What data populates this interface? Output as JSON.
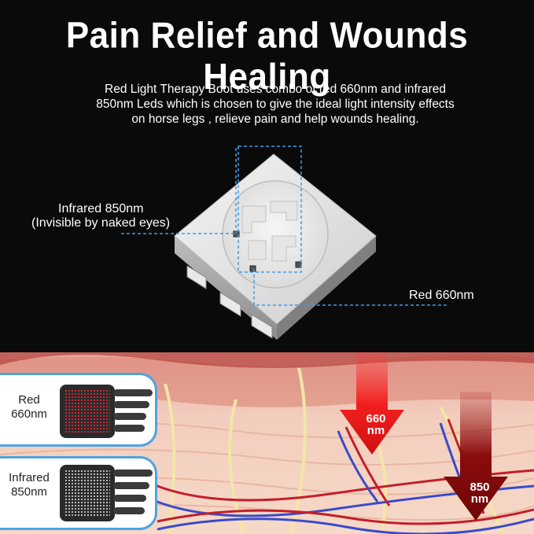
{
  "header": {
    "title": "Pain Relief and Wounds Healing",
    "description_lines": [
      "Red Light Therapy Boot uses combo of red 660nm and infrared",
      "850nm Leds which is chosen to give the ideal light intensity effects",
      "on horse legs , relieve pain and help wounds healing."
    ]
  },
  "chip": {
    "infrared_label_line1": "Infrared 850nm",
    "infrared_label_line2": "(Invisible by naked eyes)",
    "red_label": "Red 660nm"
  },
  "cards": {
    "red": {
      "line1": "Red",
      "line2": "660nm"
    },
    "infrared": {
      "line1": "Infrared",
      "line2": "850nm"
    }
  },
  "arrows": {
    "red": {
      "line1": "660",
      "line2": "nm"
    },
    "infrared": {
      "line1": "850",
      "line2": "nm"
    }
  },
  "colors": {
    "background": "#0a0a0a",
    "dashed_line": "#3f9be8",
    "card_border": "#4da3e0",
    "red_light": "#e21d1d",
    "infrared_light": "#8e0a0a",
    "skin": "#f1c6b5"
  },
  "icons": [
    "led-chip-icon",
    "red-therapy-boot-icon",
    "infrared-therapy-boot-icon",
    "red-arrow-icon",
    "infrared-arrow-icon"
  ]
}
